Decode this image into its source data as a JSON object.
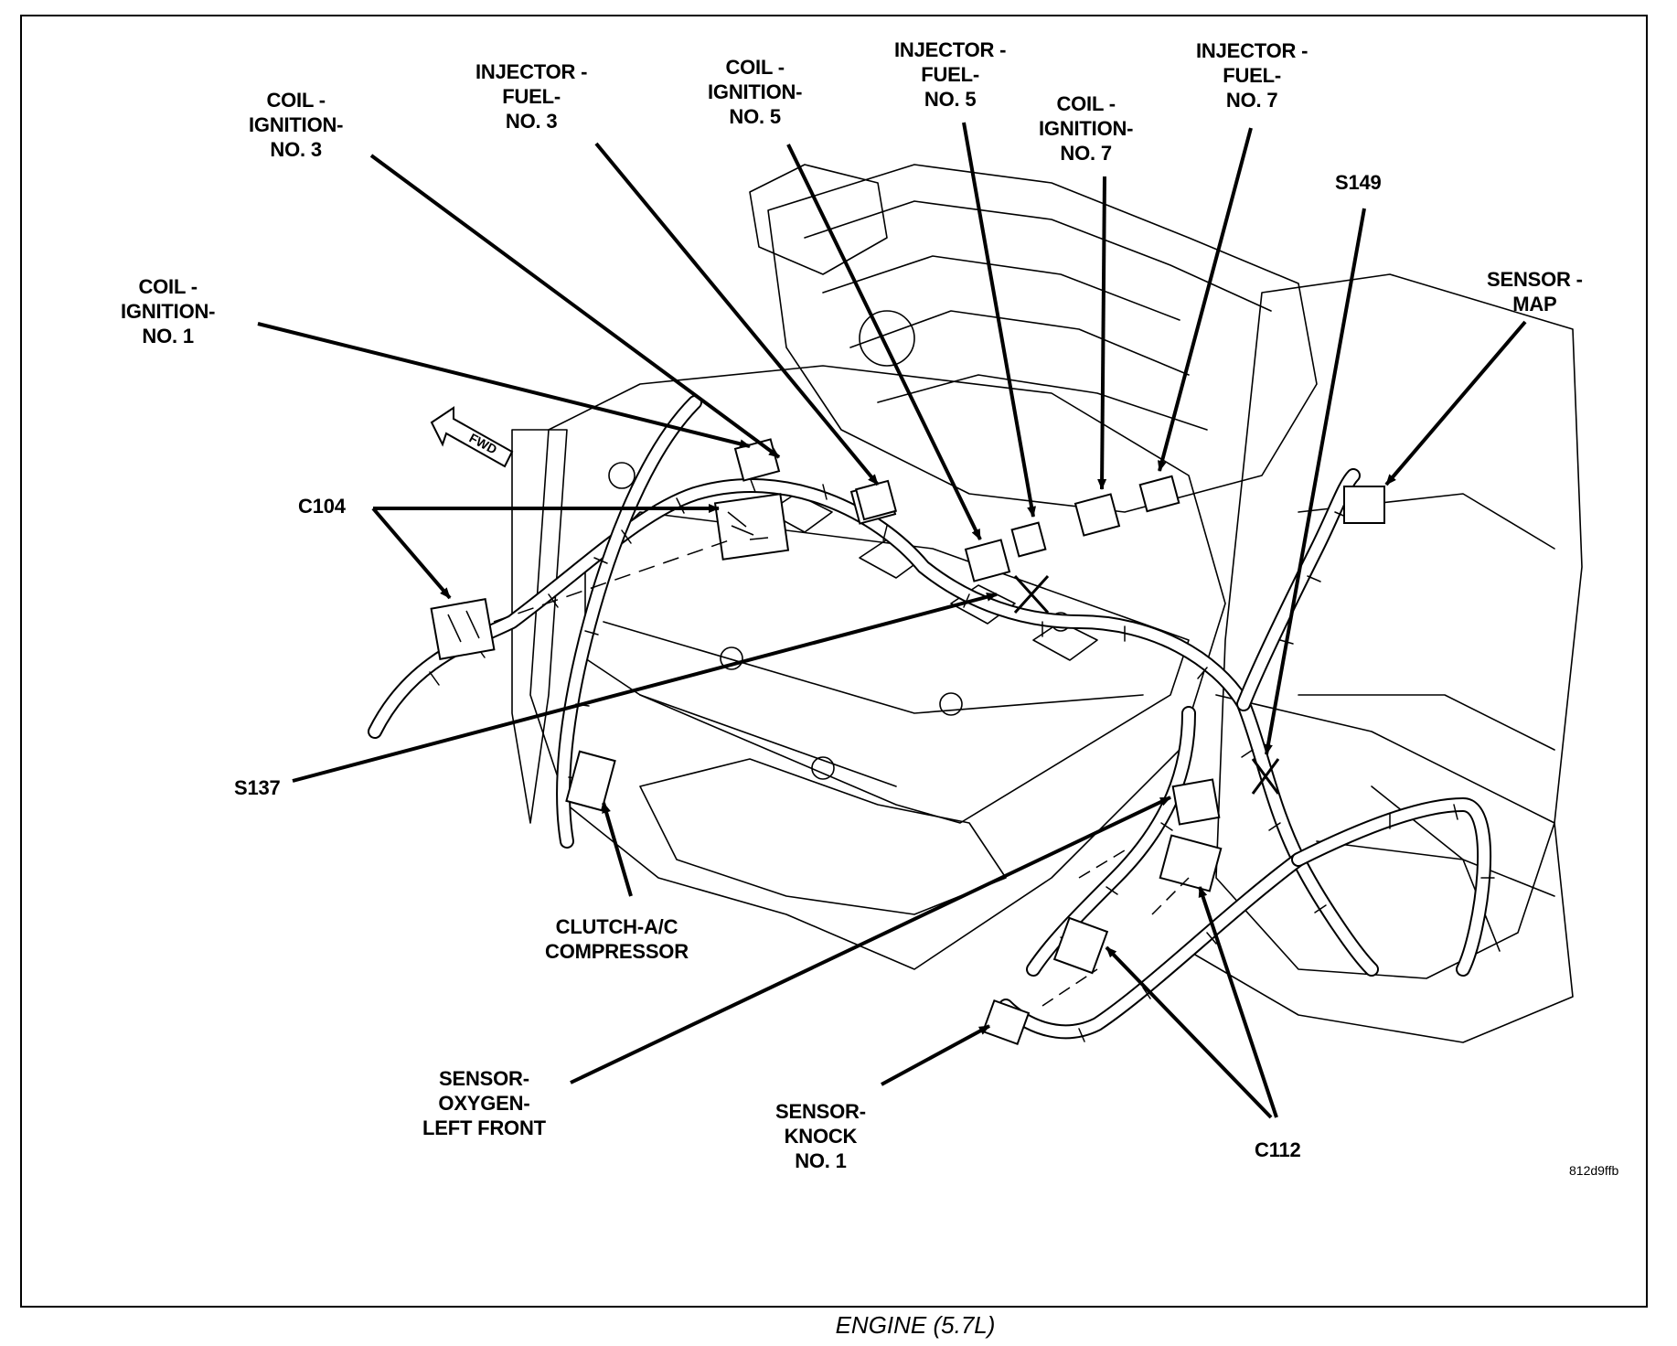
{
  "labels": {
    "coil_ignition_no1": [
      "COIL -",
      "IGNITION-",
      "NO. 1"
    ],
    "coil_ignition_no3": [
      "COIL -",
      "IGNITION-",
      "NO. 3"
    ],
    "injector_fuel_no3": [
      "INJECTOR -",
      "FUEL-",
      "NO. 3"
    ],
    "coil_ignition_no5": [
      "COIL -",
      "IGNITION-",
      "NO. 5"
    ],
    "injector_fuel_no5": [
      "INJECTOR -",
      "FUEL-",
      "NO. 5"
    ],
    "coil_ignition_no7": [
      "COIL -",
      "IGNITION-",
      "NO. 7"
    ],
    "injector_fuel_no7": [
      "INJECTOR -",
      "FUEL-",
      "NO. 7"
    ],
    "s149": [
      "S149"
    ],
    "sensor_map": [
      "SENSOR -",
      "MAP"
    ],
    "c104": [
      "C104"
    ],
    "s137": [
      "S137"
    ],
    "clutch_ac_compressor": [
      "CLUTCH-A/C",
      "COMPRESSOR"
    ],
    "sensor_oxygen_left_front": [
      "SENSOR-",
      "OXYGEN-",
      "LEFT FRONT"
    ],
    "sensor_knock_no1": [
      "SENSOR-",
      "KNOCK",
      "NO. 1"
    ],
    "c112": [
      "C112"
    ]
  },
  "fwd_arrow_text": "FWD",
  "figure_code": "812d9ffb",
  "caption": "ENGINE (5.7L)",
  "colors": {
    "ink": "#000000",
    "paper": "#ffffff"
  }
}
